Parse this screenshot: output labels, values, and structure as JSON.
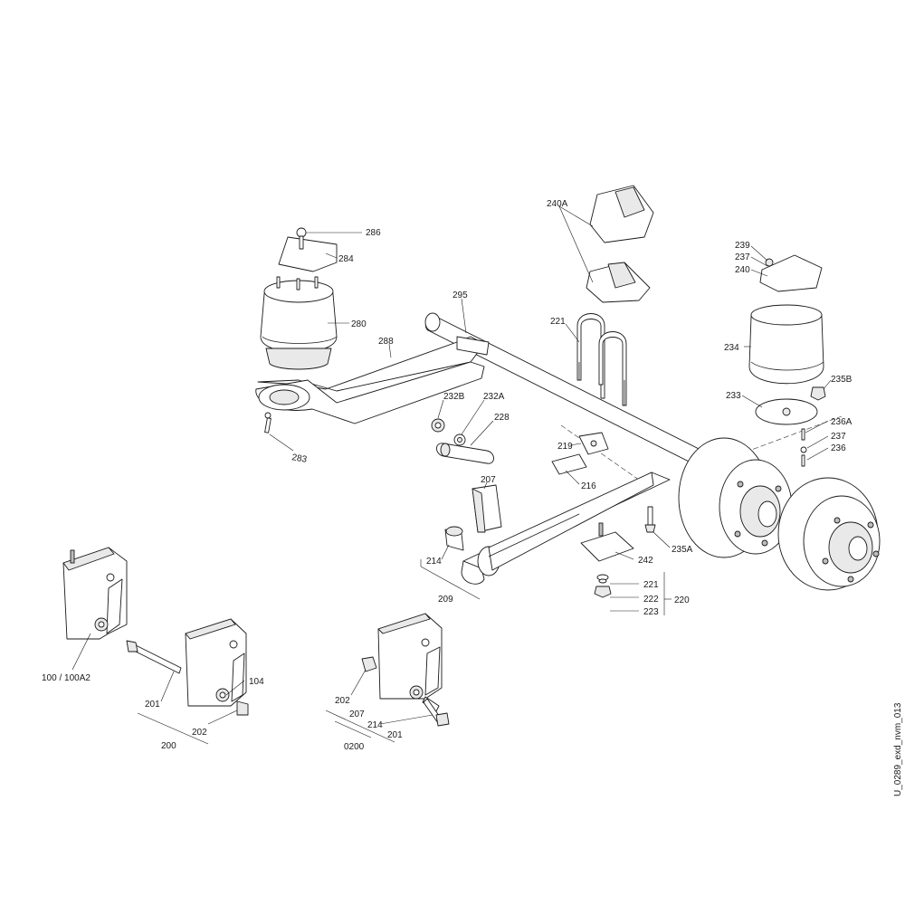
{
  "diagram": {
    "labels": {
      "p286": "286",
      "p284": "284",
      "p280": "280",
      "p288": "288",
      "p295": "295",
      "p283": "283",
      "p240A": "240A",
      "p221_ubolt": "221",
      "p232B": "232B",
      "p232A": "232A",
      "p228": "228",
      "p219": "219",
      "p216": "216",
      "p207_bracket": "207",
      "p214_bush": "214",
      "p209": "209",
      "p242": "242",
      "p235A": "235A",
      "p221_washer": "221",
      "p222": "222",
      "p223": "223",
      "p220": "220",
      "p239": "239",
      "p237_top": "237",
      "p240": "240",
      "p234": "234",
      "p235B": "235B",
      "p233": "233",
      "p236A": "236A",
      "p237_bot": "237",
      "p236": "236",
      "p100": "100 / 100A2",
      "p201_a": "201",
      "p104": "104",
      "p202_a": "202",
      "p200": "200",
      "p202_b": "202",
      "p207_b": "207",
      "p214_b": "214",
      "p201_b": "201",
      "p0200": "0200"
    },
    "drawing_id": "U_0289_exd_nvm_013"
  }
}
